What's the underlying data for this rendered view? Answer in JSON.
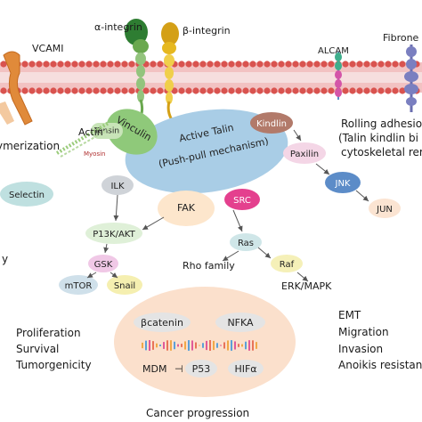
{
  "membrane": {
    "vcam": "VCAMI",
    "alpha_integrin": "α-integrin",
    "beta_integrin": "β-integrin",
    "alcam": "ALCAM",
    "fibronectin": "Fibrone"
  },
  "left_labels": {
    "polymerization": "ymerization",
    "actin": "Actin",
    "myosin": "Myosin",
    "y_fragment": "y"
  },
  "nodes": {
    "vinculin": "Vinculin",
    "tensin": "Tensin",
    "active_talin_line1": "Active Talin",
    "active_talin_line2": "(Push-pull mechanism)",
    "kindlin": "Kindlin",
    "paxilin": "Paxilin",
    "jnk": "JNK",
    "jun": "JUN",
    "ilk": "ILK",
    "fak": "FAK",
    "src": "SRC",
    "selectin": "Selectin",
    "p13k_akt": "P13K/AKT",
    "gsk": "GSK",
    "mtor": "mTOR",
    "snail": "Snail",
    "ras": "Ras",
    "rho_family": "Rho family",
    "raf": "Raf",
    "erk_mapk": "ERK/MAPK"
  },
  "right_text": {
    "rolling_1": "Rolling adhesion",
    "rolling_2": "(Talin kindlin bi",
    "rolling_3": "cytoskeletal rem",
    "emt": "EMT",
    "migration": "Migration",
    "invasion": "Invasion",
    "anoikis": "Anoikis resistan"
  },
  "left_outcomes": {
    "proliferation": "Proliferation",
    "survival": "Survival",
    "tumorgenicity": "Tumorgenicity"
  },
  "nucleus": {
    "bcatenin": "βcatenin",
    "nfka": "NFKA",
    "mdm": "MDM",
    "inhibit": "⊣",
    "p53": "P53",
    "hif": "HIFα"
  },
  "footer": {
    "cancer_progression": "Cancer progression"
  }
}
